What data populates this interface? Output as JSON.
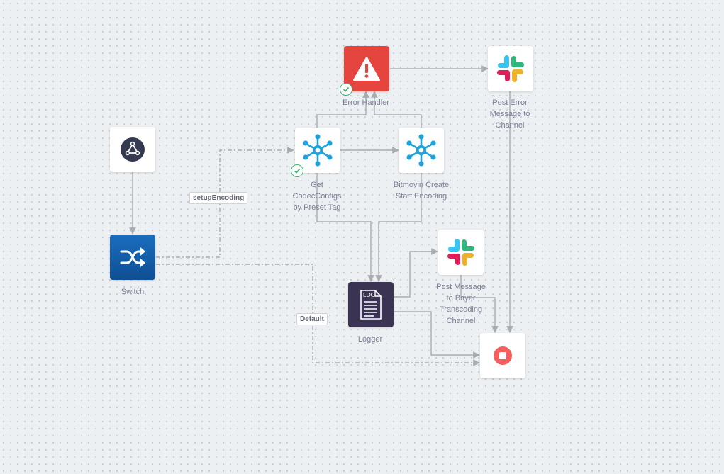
{
  "nodes": {
    "webhook": {
      "icon": "webhook-icon"
    },
    "switch": {
      "label": "Switch",
      "icon": "shuffle-icon"
    },
    "get_codec": {
      "label": "Get\nCodecConfigs\nby Preset Tag",
      "icon": "bitmovin-icon",
      "status": "success"
    },
    "create_enc": {
      "label": "Bitmovin Create\nStart Encoding",
      "icon": "bitmovin-icon"
    },
    "error": {
      "label": "Error Handler",
      "icon": "warning-icon",
      "status": "success"
    },
    "slack_err": {
      "label": "Post Error\nMessage to\nChannel",
      "icon": "slack-icon"
    },
    "logger": {
      "label": "Logger",
      "icon": "log-icon",
      "badge": "LOG"
    },
    "slack_msg": {
      "label": "Post Message\nto Bayer\nTranscoding\nChannel",
      "icon": "slack-icon"
    },
    "stop": {
      "icon": "stop-icon"
    }
  },
  "edge_labels": {
    "setup": "setupEncoding",
    "default": "Default"
  },
  "colors": {
    "edge": "#a9adb3",
    "error_red": "#e5443f",
    "switch_blue": "#1a6dbe",
    "logger_dark": "#3a3452",
    "bitmovin_blue": "#1fa3dd",
    "check_green": "#41b776",
    "stop_red": "#f25f5c",
    "label_gray": "#7d7f97"
  }
}
